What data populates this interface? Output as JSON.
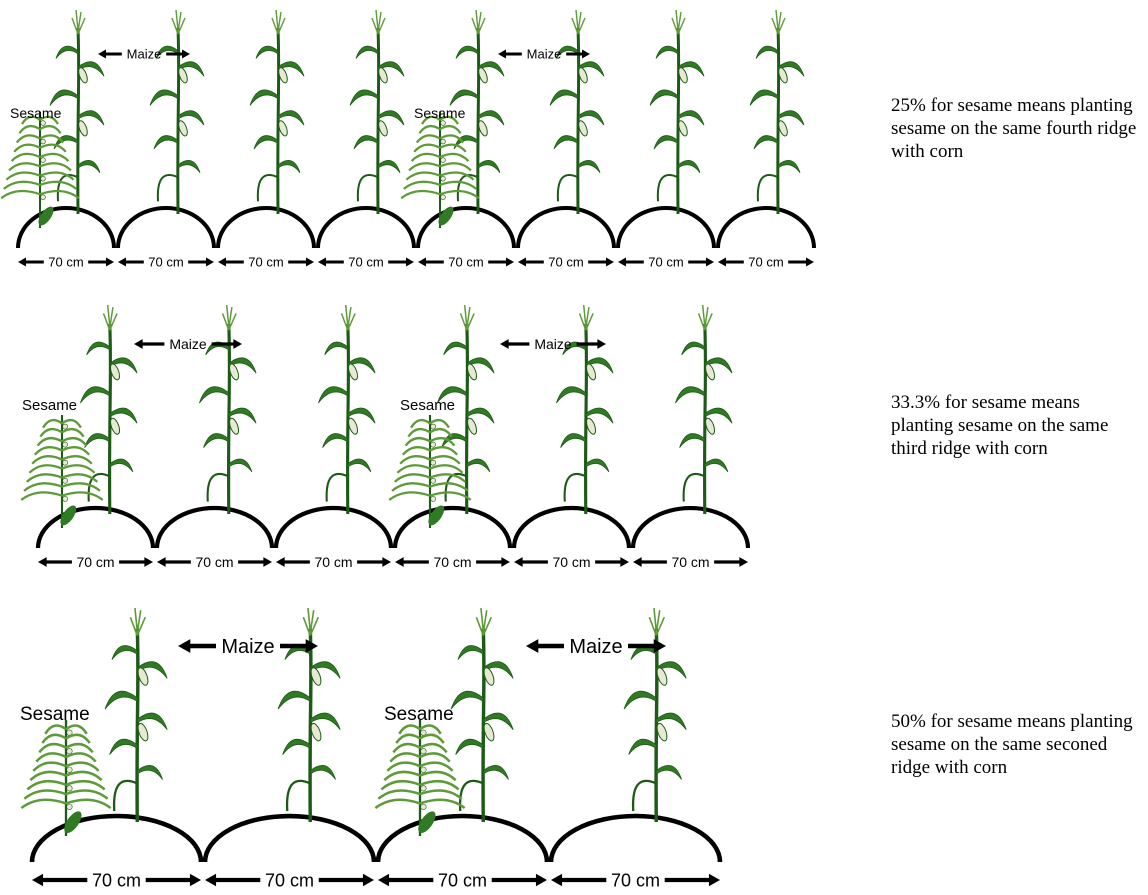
{
  "colors": {
    "stem": "#1e5a17",
    "leaf": "#2f7a22",
    "leaf_light": "#5f9a3a",
    "ear": "#e6ead2",
    "ridge": "#000000",
    "arrow": "#000000"
  },
  "panels": [
    {
      "sesame_percent": 25,
      "caption": "25% for sesame means planting sesame on the same fourth ridge with corn",
      "sesame_label": "Sesame",
      "maize_label": "Maize",
      "spacing_label": "70 cm",
      "ridge_count": 8
    },
    {
      "sesame_percent": 33.3,
      "caption": "33.3% for sesame means planting sesame on the same third ridge with corn",
      "sesame_label": "Sesame",
      "maize_label": "Maize",
      "spacing_label": "70 cm",
      "ridge_count": 6
    },
    {
      "sesame_percent": 50,
      "caption": "50% for sesame means planting sesame on the same seconed ridge with corn",
      "sesame_label": "Sesame",
      "maize_label": "Maize",
      "spacing_label": "70 cm",
      "ridge_count": 4
    }
  ]
}
